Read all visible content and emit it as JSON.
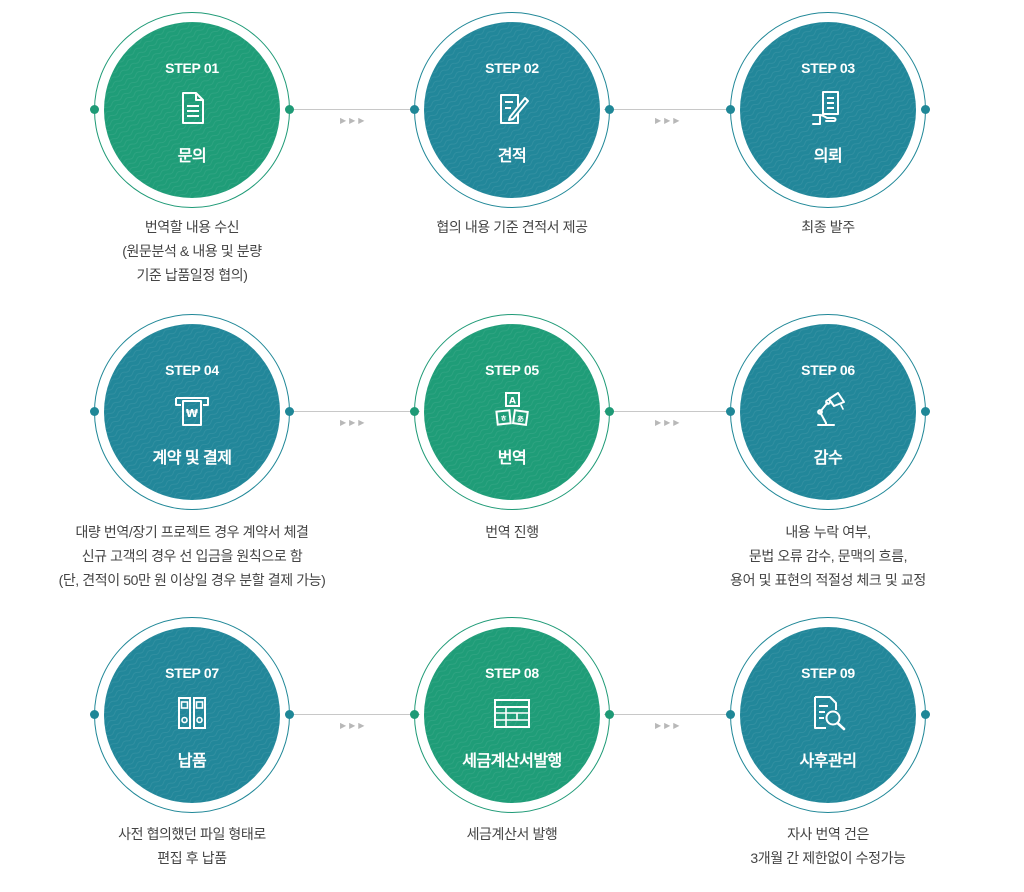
{
  "steps": [
    {
      "num": "STEP 01",
      "title": "문의",
      "icon": "document-icon",
      "color": "green",
      "desc": [
        "번역할 내용 수신",
        "(원문분석 & 내용 및 분량",
        "기준 납품일정 협의)"
      ]
    },
    {
      "num": "STEP 02",
      "title": "견적",
      "icon": "edit-document-icon",
      "color": "teal",
      "desc": [
        "협의 내용 기준 견적서 제공"
      ]
    },
    {
      "num": "STEP 03",
      "title": "의뢰",
      "icon": "hand-document-icon",
      "color": "teal",
      "desc": [
        "최종 발주"
      ]
    },
    {
      "num": "STEP 04",
      "title": "계약 및 결제",
      "icon": "payment-icon",
      "color": "teal",
      "desc": [
        "대량 번역/장기 프로젝트 경우 계약서 체결",
        "신규 고객의 경우 선 입금을 원칙으로 함",
        "(단, 견적이 50만 원 이상일 경우 분할 결제 가능)"
      ]
    },
    {
      "num": "STEP 05",
      "title": "번역",
      "icon": "language-blocks-icon",
      "color": "green",
      "desc": [
        "번역 진행"
      ]
    },
    {
      "num": "STEP 06",
      "title": "감수",
      "icon": "desk-lamp-icon",
      "color": "teal",
      "desc": [
        "내용 누락 여부,",
        "문법 오류 감수, 문맥의 흐름,",
        "용어 및 표현의 적절성 체크 및 교정"
      ]
    },
    {
      "num": "STEP 07",
      "title": "납품",
      "icon": "binder-icon",
      "color": "teal",
      "desc": [
        "사전 협의했던 파일 형태로",
        "편집 후 납품"
      ]
    },
    {
      "num": "STEP 08",
      "title": "세금계산서발행",
      "icon": "invoice-icon",
      "color": "green",
      "desc": [
        "세금계산서 발행"
      ]
    },
    {
      "num": "STEP 09",
      "title": "사후관리",
      "icon": "document-search-icon",
      "color": "teal",
      "desc": [
        "자사 번역 건은",
        "3개월 간 제한없이 수정가능"
      ]
    }
  ],
  "connector_arrows": "▶▶▶",
  "colors": {
    "green": "#1f9d78",
    "teal": "#22879a",
    "text": "#444444",
    "line": "#c8c8c8"
  }
}
